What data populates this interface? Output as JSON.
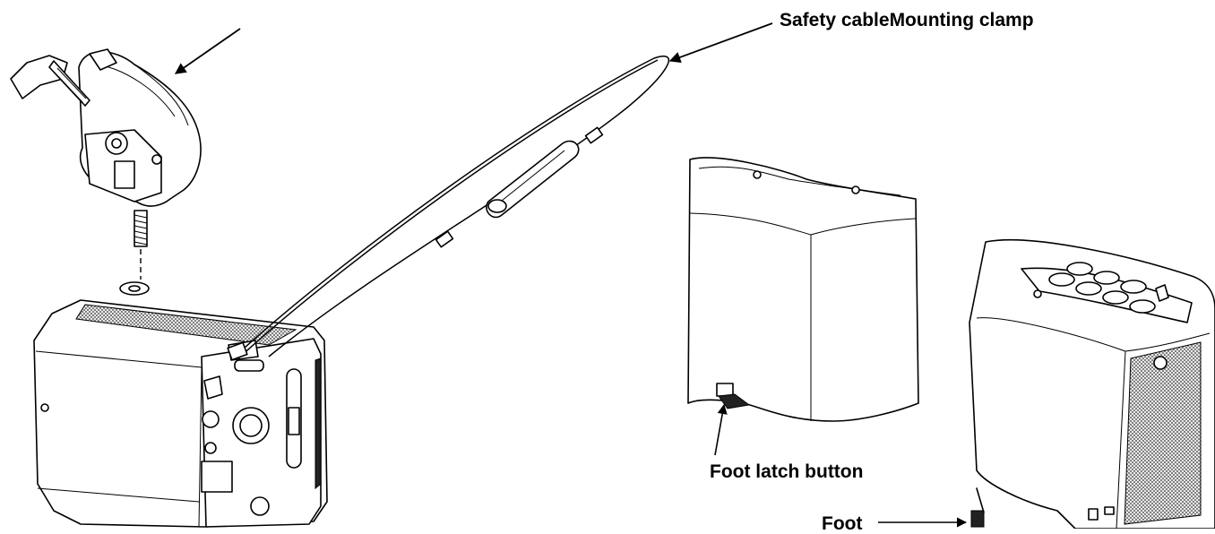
{
  "diagram": {
    "labels": {
      "safety_cable_mounting_clamp": "Safety cableMounting clamp",
      "foot_latch_button": "Foot latch button",
      "foot": "Foot"
    },
    "colors": {
      "line": "#000000",
      "background": "#ffffff"
    }
  }
}
